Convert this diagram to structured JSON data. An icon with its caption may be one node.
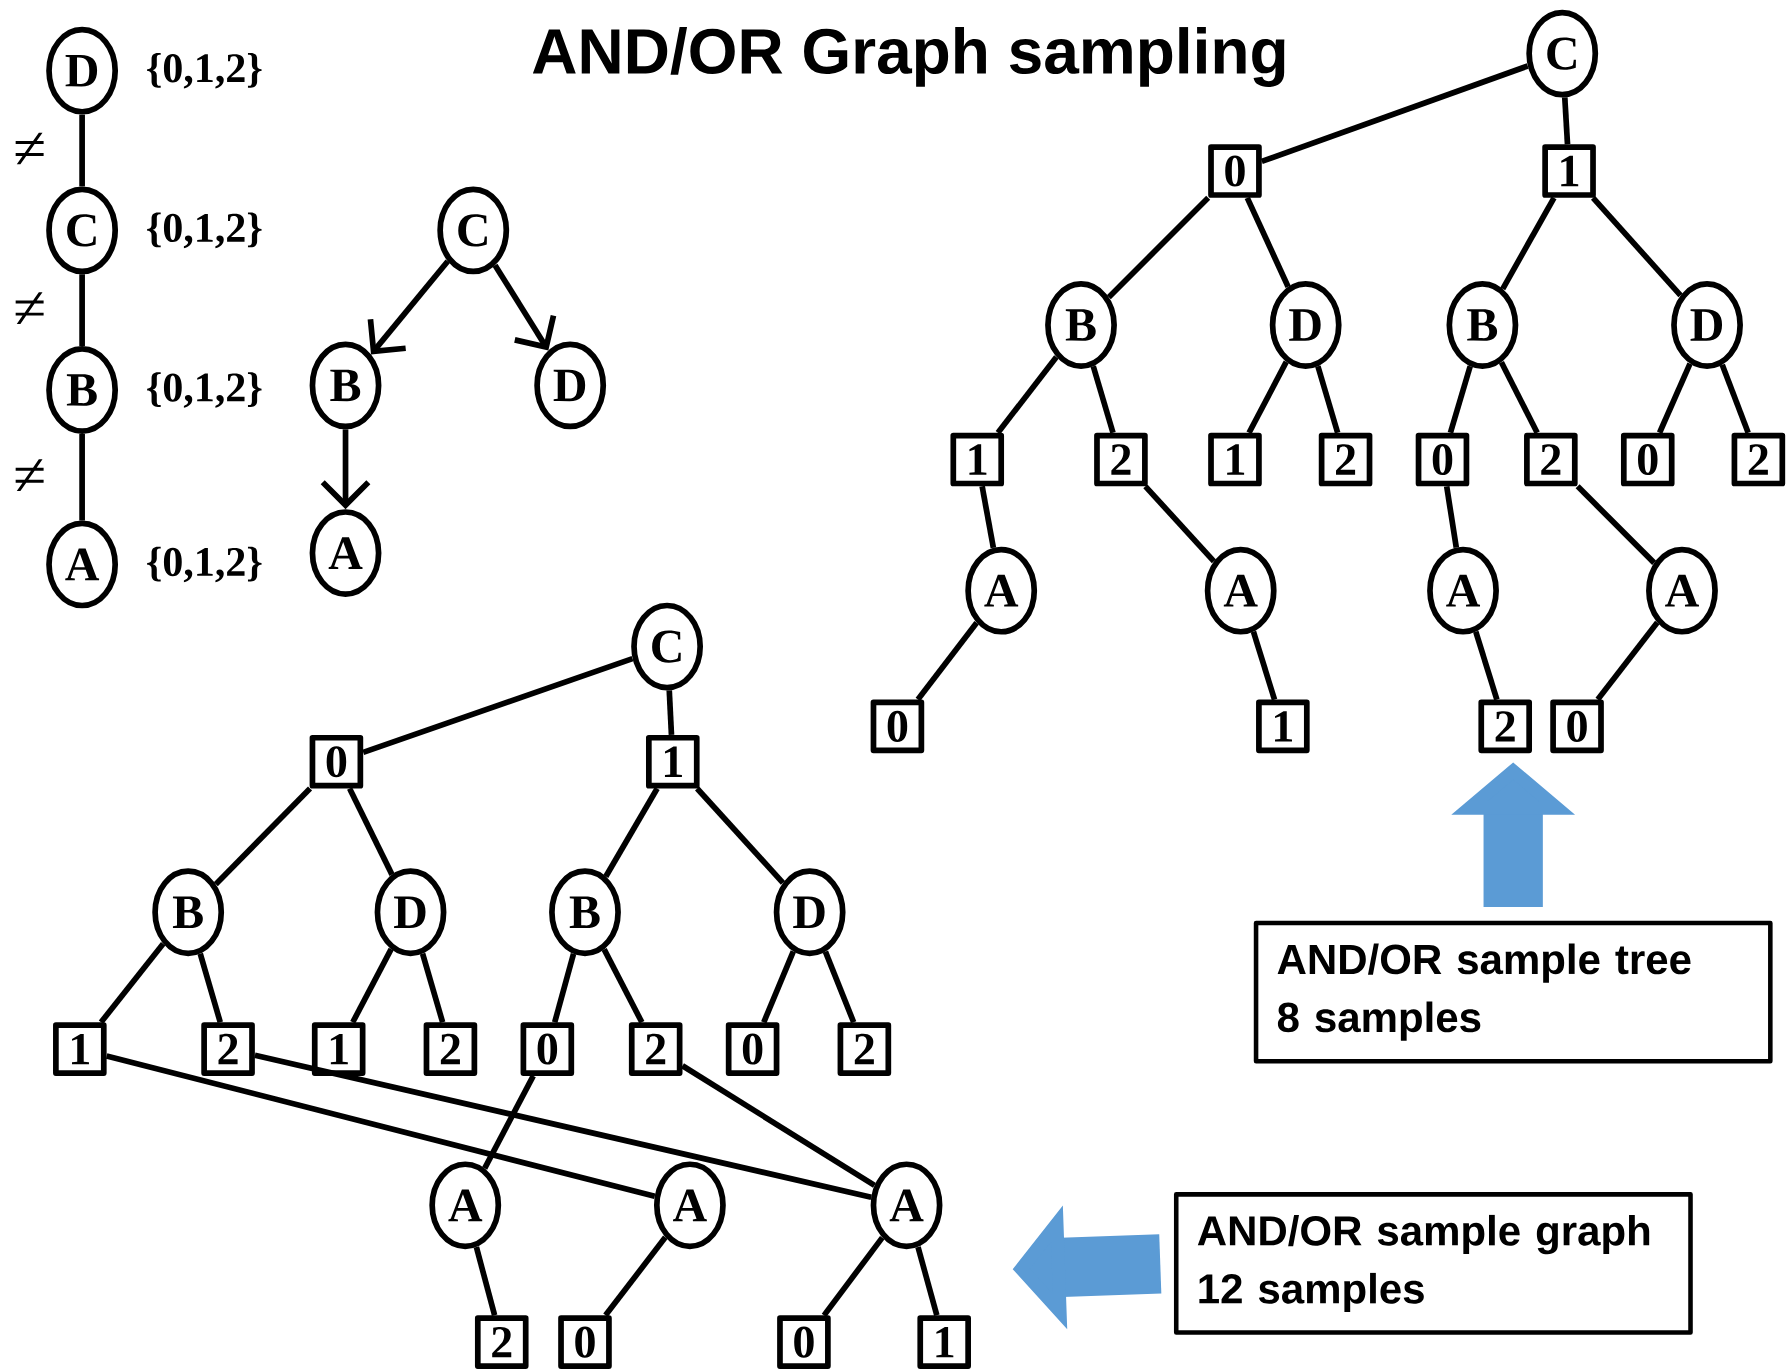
{
  "diagram": {
    "title": "AND/OR Graph sampling",
    "nodes": [
      {
        "text": [
          "D"
        ],
        "beside": [
          "{0,1,2}"
        ]
      },
      {
        "text": [
          "C"
        ],
        "beside": [
          "{0,1,2}"
        ]
      },
      {
        "text": [
          "B"
        ],
        "beside": [
          "{0,1,2}"
        ]
      },
      {
        "text": [
          "A"
        ],
        "beside": [
          "{0,1,2}"
        ]
      },
      {
        "text": [
          "C"
        ]
      },
      {
        "text": [
          "B"
        ]
      },
      {
        "text": [
          "D"
        ]
      },
      {
        "text": [
          "A"
        ]
      },
      {
        "text": [
          "C"
        ]
      },
      {
        "text": [
          "0"
        ]
      },
      {
        "text": [
          "1"
        ]
      },
      {
        "text": [
          "B"
        ]
      },
      {
        "text": [
          "D"
        ]
      },
      {
        "text": [
          "B"
        ]
      },
      {
        "text": [
          "D"
        ]
      },
      {
        "text": [
          "1"
        ]
      },
      {
        "text": [
          "2"
        ]
      },
      {
        "text": [
          "1"
        ]
      },
      {
        "text": [
          "2"
        ]
      },
      {
        "text": [
          "0"
        ]
      },
      {
        "text": [
          "2"
        ]
      },
      {
        "text": [
          "0"
        ]
      },
      {
        "text": [
          "2"
        ]
      },
      {
        "text": [
          "A"
        ]
      },
      {
        "text": [
          "A"
        ]
      },
      {
        "text": [
          "A"
        ]
      },
      {
        "text": [
          "A"
        ]
      },
      {
        "text": [
          "0"
        ]
      },
      {
        "text": [
          "1"
        ]
      },
      {
        "text": [
          "2"
        ]
      },
      {
        "text": [
          "0"
        ]
      },
      {
        "text": [
          "AND/OR sample tree",
          "8 samples"
        ]
      },
      {
        "text": [
          "C"
        ]
      },
      {
        "text": [
          "0"
        ]
      },
      {
        "text": [
          "1"
        ]
      },
      {
        "text": [
          "B"
        ]
      },
      {
        "text": [
          "D"
        ]
      },
      {
        "text": [
          "B"
        ]
      },
      {
        "text": [
          "D"
        ]
      },
      {
        "text": [
          "1"
        ]
      },
      {
        "text": [
          "2"
        ]
      },
      {
        "text": [
          "1"
        ]
      },
      {
        "text": [
          "2"
        ]
      },
      {
        "text": [
          "0"
        ]
      },
      {
        "text": [
          "2"
        ]
      },
      {
        "text": [
          "0"
        ]
      },
      {
        "text": [
          "2"
        ]
      },
      {
        "text": [
          "A"
        ]
      },
      {
        "text": [
          "A"
        ]
      },
      {
        "text": [
          "A"
        ]
      },
      {
        "text": [
          "2"
        ]
      },
      {
        "text": [
          "0"
        ]
      },
      {
        "text": [
          "0"
        ]
      },
      {
        "text": [
          "1"
        ]
      },
      {
        "text": [
          "AND/OR sample graph",
          "12 samples"
        ]
      }
    ],
    "edges": [
      {
        "from": 0,
        "to": 1,
        "arrow": "none",
        "label": "≠"
      },
      {
        "from": 1,
        "to": 2,
        "arrow": "none",
        "label": "≠"
      },
      {
        "from": 2,
        "to": 3,
        "arrow": "none",
        "label": "≠"
      },
      {
        "from": 4,
        "to": 5,
        "arrow": "to"
      },
      {
        "from": 4,
        "to": 6,
        "arrow": "to"
      },
      {
        "from": 5,
        "to": 7,
        "arrow": "to"
      },
      {
        "from": 8,
        "to": 9,
        "arrow": "none"
      },
      {
        "from": 8,
        "to": 10,
        "arrow": "none"
      },
      {
        "from": 9,
        "to": 11,
        "arrow": "none"
      },
      {
        "from": 9,
        "to": 12,
        "arrow": "none"
      },
      {
        "from": 10,
        "to": 13,
        "arrow": "none"
      },
      {
        "from": 10,
        "to": 14,
        "arrow": "none"
      },
      {
        "from": 11,
        "to": 15,
        "arrow": "none"
      },
      {
        "from": 11,
        "to": 16,
        "arrow": "none"
      },
      {
        "from": 12,
        "to": 17,
        "arrow": "none"
      },
      {
        "from": 12,
        "to": 18,
        "arrow": "none"
      },
      {
        "from": 13,
        "to": 19,
        "arrow": "none"
      },
      {
        "from": 13,
        "to": 20,
        "arrow": "none"
      },
      {
        "from": 14,
        "to": 21,
        "arrow": "none"
      },
      {
        "from": 14,
        "to": 22,
        "arrow": "none"
      },
      {
        "from": 15,
        "to": 23,
        "arrow": "none"
      },
      {
        "from": 16,
        "to": 24,
        "arrow": "none"
      },
      {
        "from": 19,
        "to": 25,
        "arrow": "none"
      },
      {
        "from": 20,
        "to": 26,
        "arrow": "none"
      },
      {
        "from": 23,
        "to": 27,
        "arrow": "none"
      },
      {
        "from": 24,
        "to": 28,
        "arrow": "none"
      },
      {
        "from": 25,
        "to": 29,
        "arrow": "none"
      },
      {
        "from": 26,
        "to": 30,
        "arrow": "none"
      },
      {
        "from": 31,
        "to": 29,
        "arrow": "to",
        "style": "thick",
        "color": "#5b9bd5"
      },
      {
        "from": 32,
        "to": 33,
        "arrow": "none"
      },
      {
        "from": 32,
        "to": 34,
        "arrow": "none"
      },
      {
        "from": 33,
        "to": 35,
        "arrow": "none"
      },
      {
        "from": 33,
        "to": 36,
        "arrow": "none"
      },
      {
        "from": 34,
        "to": 37,
        "arrow": "none"
      },
      {
        "from": 34,
        "to": 38,
        "arrow": "none"
      },
      {
        "from": 35,
        "to": 39,
        "arrow": "none"
      },
      {
        "from": 35,
        "to": 40,
        "arrow": "none"
      },
      {
        "from": 36,
        "to": 41,
        "arrow": "none"
      },
      {
        "from": 36,
        "to": 42,
        "arrow": "none"
      },
      {
        "from": 37,
        "to": 43,
        "arrow": "none"
      },
      {
        "from": 37,
        "to": 44,
        "arrow": "none"
      },
      {
        "from": 38,
        "to": 45,
        "arrow": "none"
      },
      {
        "from": 38,
        "to": 46,
        "arrow": "none"
      },
      {
        "from": 39,
        "to": 48,
        "arrow": "none"
      },
      {
        "from": 40,
        "to": 49,
        "arrow": "none"
      },
      {
        "from": 43,
        "to": 47,
        "arrow": "none"
      },
      {
        "from": 44,
        "to": 49,
        "arrow": "none"
      },
      {
        "from": 47,
        "to": 50,
        "arrow": "none"
      },
      {
        "from": 48,
        "to": 51,
        "arrow": "none"
      },
      {
        "from": 49,
        "to": 52,
        "arrow": "none"
      },
      {
        "from": 49,
        "to": 53,
        "arrow": "none"
      },
      {
        "from": 54,
        "to": null,
        "arrow": "to",
        "style": "thick",
        "color": "#5b9bd5"
      }
    ]
  }
}
